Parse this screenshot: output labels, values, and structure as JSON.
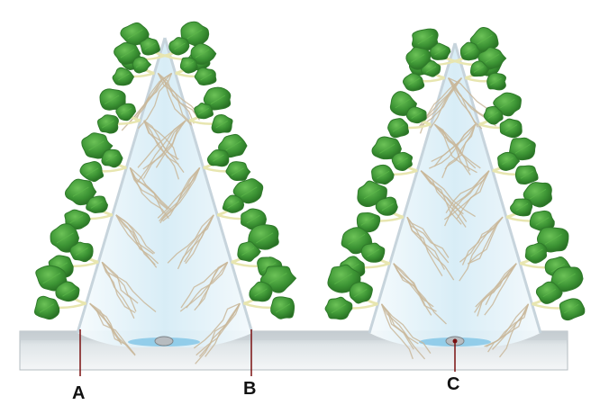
{
  "labels": {
    "a": "A",
    "b": "B",
    "c": "C"
  },
  "colors": {
    "background": "#ffffff",
    "leaf_dark": "#2f7a2a",
    "leaf_mid": "#3f9a35",
    "leaf_light": "#5cb84a",
    "stem": "#e8e6b0",
    "root": "#c9b79a",
    "frame_fill": "#e3f1f8",
    "frame_edge": "#c7d4dc",
    "base_top": "#c9d0d4",
    "base_front": "#eef1f2",
    "water": "#7fc4e6",
    "pointer": "#7a1010",
    "text": "#111111"
  },
  "icons": {
    "plant": "leafy-plant-icon",
    "emitter": "drip-emitter-icon"
  }
}
